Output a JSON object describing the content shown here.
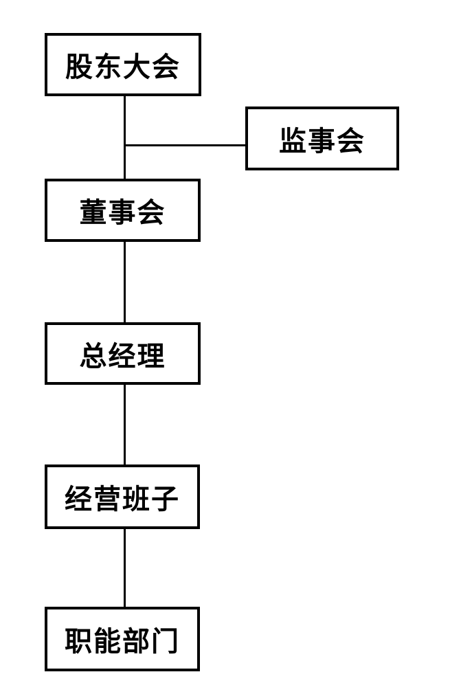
{
  "page": {
    "background_color": "#ffffff",
    "line_color": "#000000",
    "text_color": "#000000"
  },
  "diagram": {
    "type": "org-chart",
    "nodes": [
      {
        "id": "shareholders-meeting",
        "label": "股东大会"
      },
      {
        "id": "supervisory-board",
        "label": "监事会"
      },
      {
        "id": "board-of-directors",
        "label": "董事会"
      },
      {
        "id": "general-manager",
        "label": "总经理"
      },
      {
        "id": "management-team",
        "label": "经营班子"
      },
      {
        "id": "functional-departments",
        "label": "职能部门"
      }
    ],
    "edges": [
      {
        "from": "shareholders-meeting",
        "to": "board-of-directors",
        "style": "vertical-line"
      },
      {
        "from": "shareholders-meeting",
        "to": "supervisory-board",
        "style": "horizontal-branch-from-trunk"
      },
      {
        "from": "board-of-directors",
        "to": "general-manager",
        "style": "vertical-line"
      },
      {
        "from": "general-manager",
        "to": "management-team",
        "style": "vertical-line"
      },
      {
        "from": "management-team",
        "to": "functional-departments",
        "style": "vertical-line"
      }
    ]
  }
}
